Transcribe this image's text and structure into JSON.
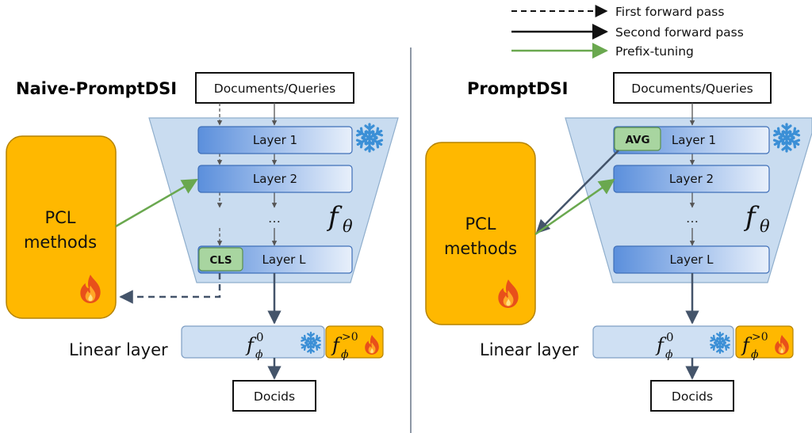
{
  "legend": {
    "first_forward": "First forward pass",
    "second_forward": "Second forward pass",
    "prefix_tuning": "Prefix-tuning"
  },
  "colors": {
    "encoder_fill": "#c9dcf0",
    "layer_start": "#5b8fdc",
    "layer_end": "#e6eefa",
    "pcl_fill": "#ffb800",
    "tag_fill": "#a8d5a0",
    "linear_fill": "#cfe0f3",
    "green_arrow": "#6aa84f",
    "dark_arrow": "#44546a",
    "snowflake": "#3b8fd6",
    "fire": "#e8501a"
  },
  "icons": [
    "snowflake-icon",
    "fire-icon"
  ],
  "left": {
    "title": "Naive-PromptDSI",
    "input": "Documents/Queries",
    "layers": [
      "Layer 1",
      "Layer 2",
      "…",
      "Layer L"
    ],
    "tag": "CLS",
    "pcl_line1": "PCL",
    "pcl_line2": "methods",
    "encoder_symbol": "f",
    "encoder_sub": "θ",
    "linear_label": "Linear layer",
    "head0_base": "f",
    "head0_sup": "0",
    "head0_sub": "ϕ",
    "head1_base": "f",
    "head1_sup": ">0",
    "head1_sub": "ϕ",
    "output": "Docids"
  },
  "right": {
    "title": "PromptDSI",
    "input": "Documents/Queries",
    "layers": [
      "Layer 1",
      "Layer 2",
      "…",
      "Layer L"
    ],
    "tag": "AVG",
    "pcl_line1": "PCL",
    "pcl_line2": "methods",
    "encoder_symbol": "f",
    "encoder_sub": "θ",
    "linear_label": "Linear layer",
    "head0_base": "f",
    "head0_sup": "0",
    "head0_sub": "ϕ",
    "head1_base": "f",
    "head1_sup": ">0",
    "head1_sub": "ϕ",
    "output": "Docids"
  }
}
